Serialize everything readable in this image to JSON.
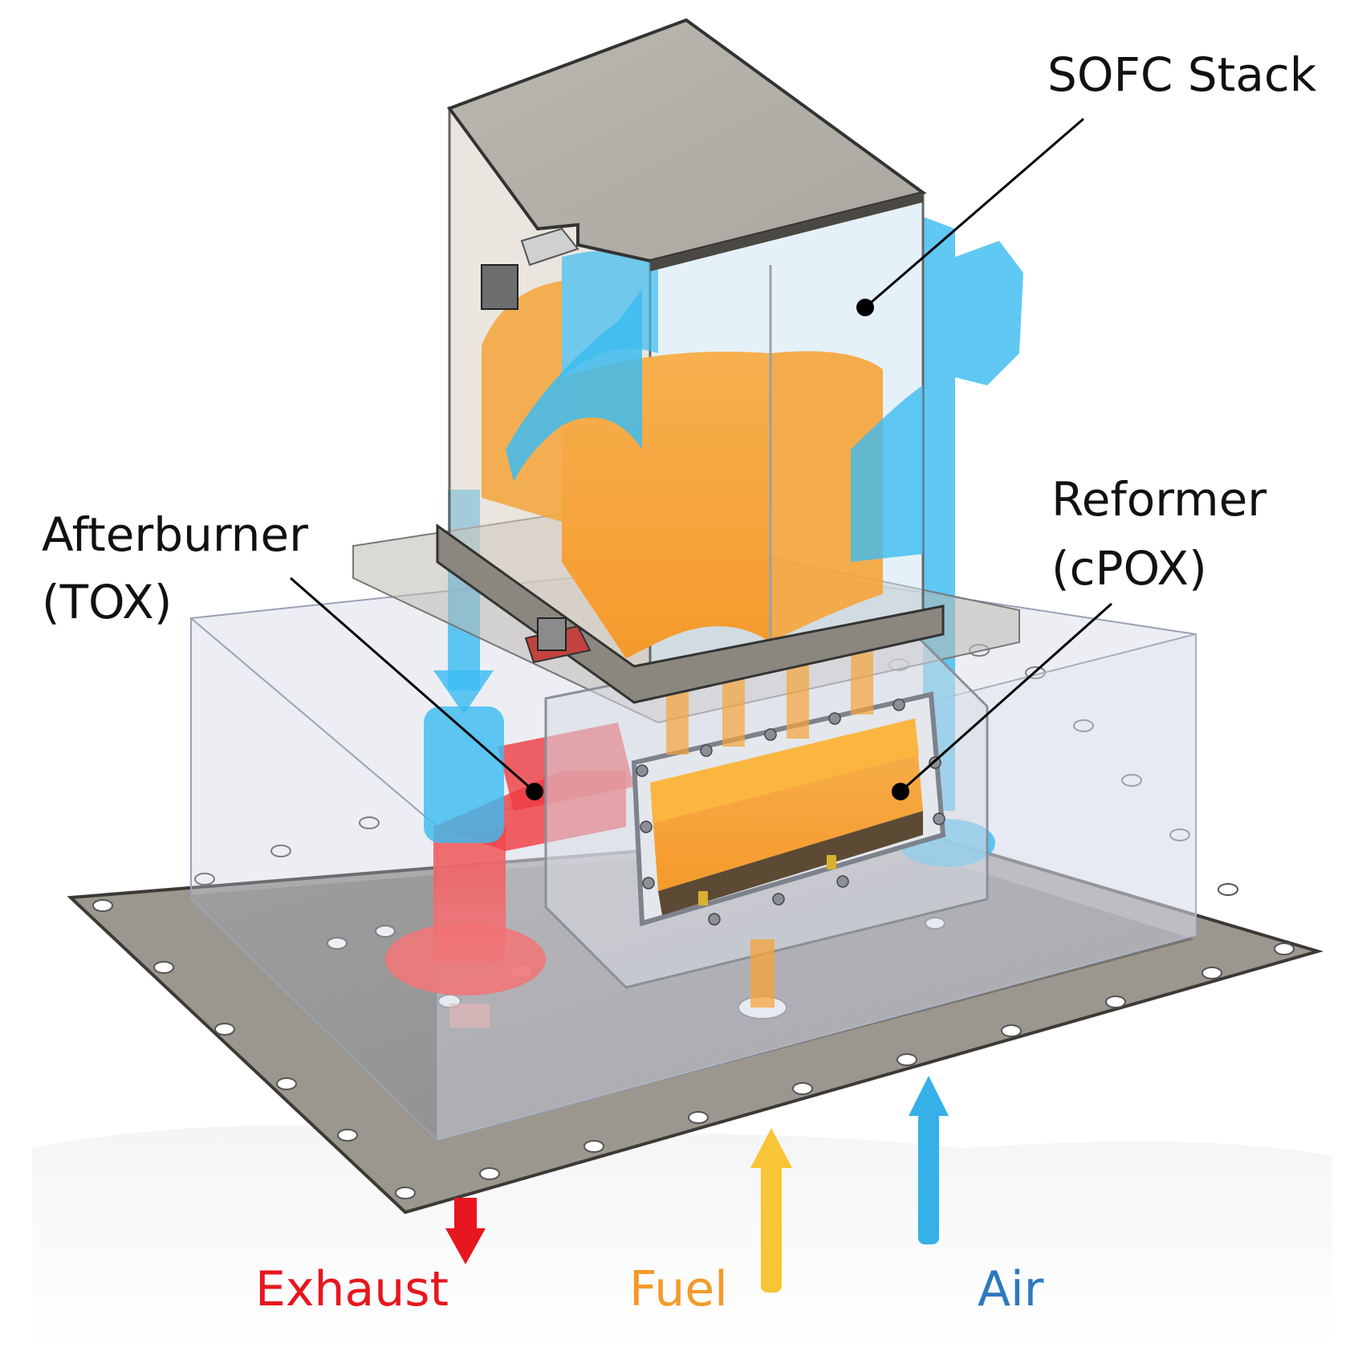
{
  "components": {
    "sofc_stack": "SOFC Stack",
    "afterburner_line1": "Afterburner",
    "afterburner_line2": "(TOX)",
    "reformer_line1": "Reformer",
    "reformer_line2": "(cPOX)"
  },
  "flows": {
    "exhaust": "Exhaust",
    "fuel": "Fuel",
    "air": "Air"
  },
  "colors": {
    "exhaust": "#e8161e",
    "fuel": "#f39a2a",
    "fuel_arrow": "#f7c535",
    "air": "#2e78c0",
    "air_arrow": "#35b0e8",
    "stack_orange": "#f5a43a",
    "air_blue": "#3cbcf0",
    "exhaust_red": "#f0454a",
    "base_plate": "#7a756e",
    "enclosure": "#c8cfe0"
  }
}
